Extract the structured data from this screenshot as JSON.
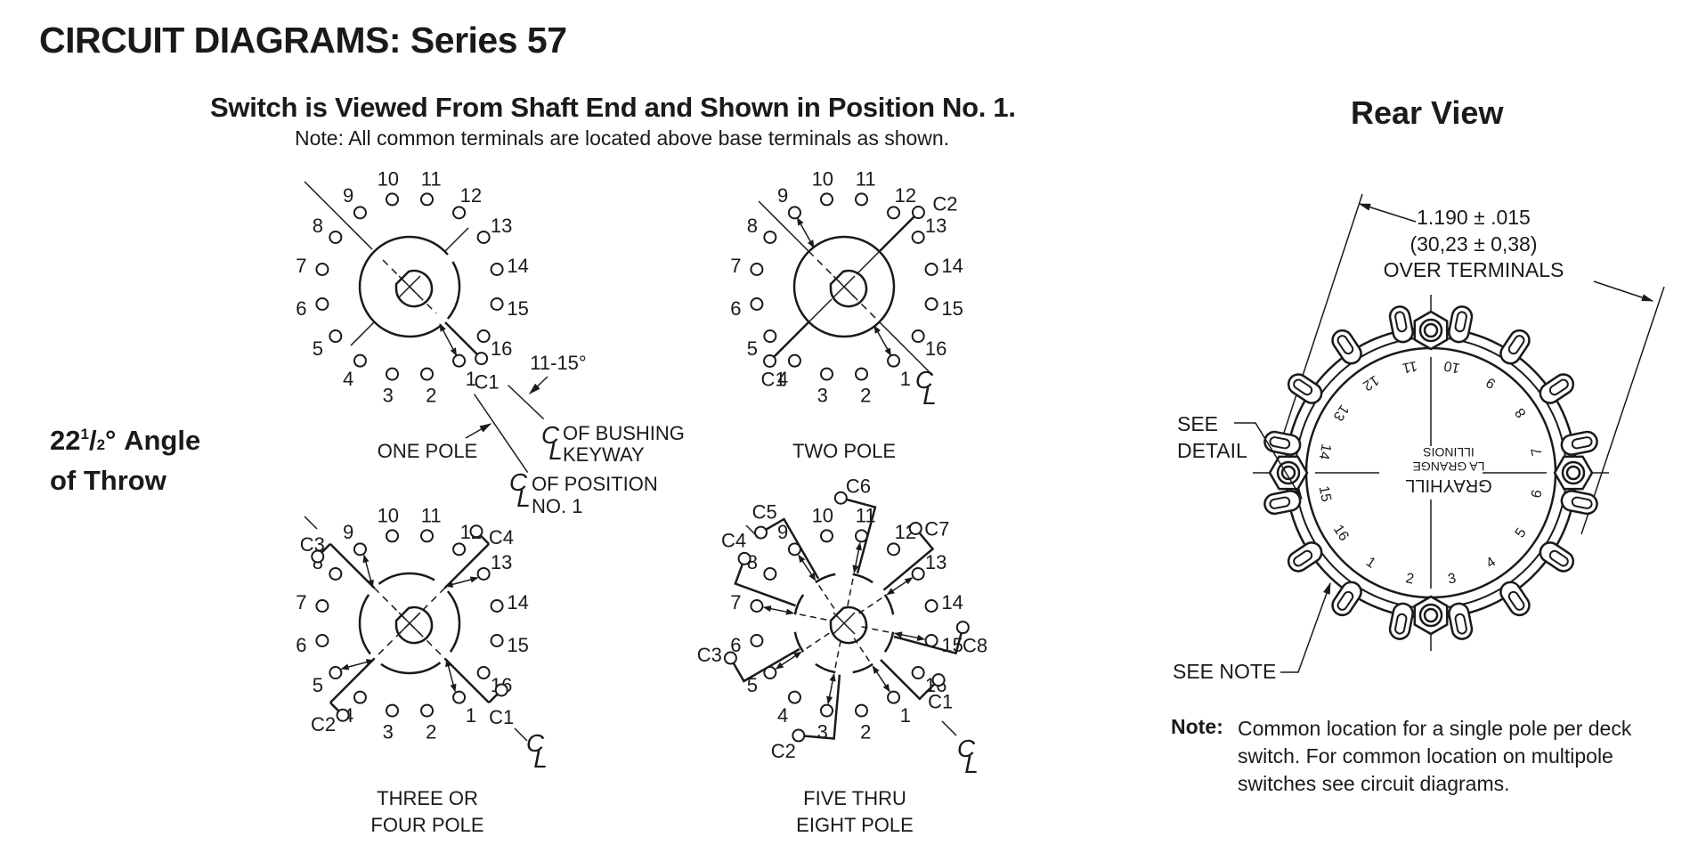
{
  "page": {
    "title": "CIRCUIT DIAGRAMS: Series 57",
    "subtitle": "Switch is Viewed From Shaft End and Shown in Position No. 1.",
    "subnote": "Note: All common terminals are located above base terminals as shown.",
    "angle_of_throw": {
      "whole": "22",
      "numerator": "1",
      "denominator": "2",
      "degree": "°",
      "word1": "Angle",
      "line2": "of Throw"
    }
  },
  "terminal_labels": [
    "1",
    "2",
    "3",
    "4",
    "5",
    "6",
    "7",
    "8",
    "9",
    "10",
    "11",
    "12",
    "13",
    "14",
    "15",
    "16"
  ],
  "diagrams": [
    {
      "name": "one-pole",
      "caption_lines": [
        "ONE POLE"
      ],
      "commons": [
        "C1"
      ],
      "annotations": {
        "angle": "11-15°",
        "bushing_line1": "OF BUSHING",
        "bushing_line2": "KEYWAY",
        "position_line1": "OF POSITION",
        "position_line2": "NO. 1",
        "centerline_symbol": "CL"
      }
    },
    {
      "name": "two-pole",
      "caption_lines": [
        "TWO POLE"
      ],
      "commons": [
        "C1",
        "C2"
      ],
      "centerline_symbol": "CL"
    },
    {
      "name": "three-or-four-pole",
      "caption_lines": [
        "THREE OR",
        "FOUR POLE"
      ],
      "commons": [
        "C1",
        "C2",
        "C3",
        "C4"
      ],
      "centerline_symbol": "CL"
    },
    {
      "name": "five-thru-eight-pole",
      "caption_lines": [
        "FIVE THRU",
        "EIGHT POLE"
      ],
      "commons": [
        "C1",
        "C2",
        "C3",
        "C4",
        "C5",
        "C6",
        "C7",
        "C8"
      ],
      "centerline_symbol": "CL"
    }
  ],
  "rear_view": {
    "title": "Rear View",
    "dimension_line1": "1.190 ± .015",
    "dimension_line2": "(30,23 ± 0,38)",
    "dimension_line3": "OVER TERMINALS",
    "see_detail_line1": "SEE",
    "see_detail_line2": "DETAIL",
    "see_note": "SEE NOTE",
    "brand_line1": "GRAYHILL",
    "brand_line2": "LA GRANGE",
    "brand_line3": "ILLINOIS",
    "note_label": "Note:",
    "note_text": "Common location for a single pole per deck switch. For common location on multipole switches see circuit diagrams."
  }
}
